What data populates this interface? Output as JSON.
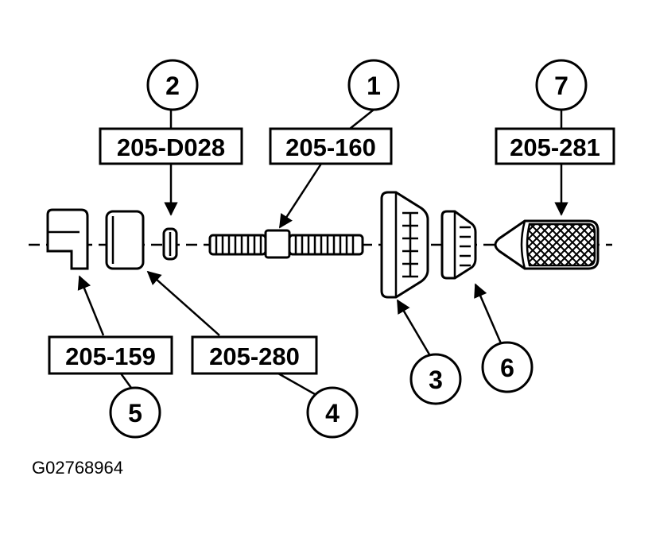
{
  "diagram": {
    "figure_id": "G02768964",
    "callouts": [
      {
        "number": "1",
        "code": "205-160"
      },
      {
        "number": "2",
        "code": "205-D028"
      },
      {
        "number": "3",
        "code": ""
      },
      {
        "number": "4",
        "code": "205-280"
      },
      {
        "number": "5",
        "code": "205-159"
      },
      {
        "number": "6",
        "code": ""
      },
      {
        "number": "7",
        "code": "205-281"
      }
    ]
  }
}
